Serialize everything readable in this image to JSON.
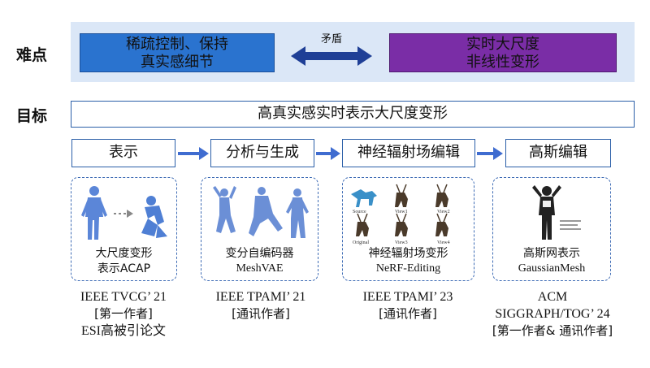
{
  "row_labels": {
    "difficulty": "难点",
    "goal": "目标"
  },
  "difficulty": {
    "left_lines": [
      "稀疏控制、保持",
      "真实感细节"
    ],
    "right_lines": [
      "实时大尺度",
      "非线性变形"
    ],
    "conflict": "矛盾"
  },
  "goal": "高真实感实时表示大尺度变形",
  "pipeline": [
    "表示",
    "分析与生成",
    "神经辐射场编辑",
    "高斯编辑"
  ],
  "panels": [
    {
      "caption_lines": [
        "大尺度变形",
        "表示ACAP"
      ]
    },
    {
      "caption_lines": [
        "变分自编码器",
        "MeshVAE"
      ]
    },
    {
      "caption_lines": [
        "神经辐射场变形",
        "NeRF-Editing"
      ],
      "figure_labels": [
        "Source",
        "View1",
        "View2",
        "Original",
        "View3",
        "View4"
      ]
    },
    {
      "caption_lines": [
        "高斯网表示",
        "GaussianMesh"
      ]
    }
  ],
  "publications": [
    [
      "IEEE TVCG’ 21",
      "[第一作者]",
      "ESI高被引论文"
    ],
    [
      "IEEE TPAMI’ 21",
      "[通讯作者]"
    ],
    [
      "IEEE TPAMI’ 23",
      "[通讯作者]"
    ],
    [
      "ACM",
      "SIGGRAPH/TOG’ 24",
      "[第一作者& 通讯作者]"
    ]
  ],
  "colors": {
    "left_box": "#2a73cf",
    "right_box": "#7a2da6",
    "band": "#dbe7f7",
    "arrow": "#3f6cd0",
    "conflict_arrow": "#1f3f96"
  }
}
